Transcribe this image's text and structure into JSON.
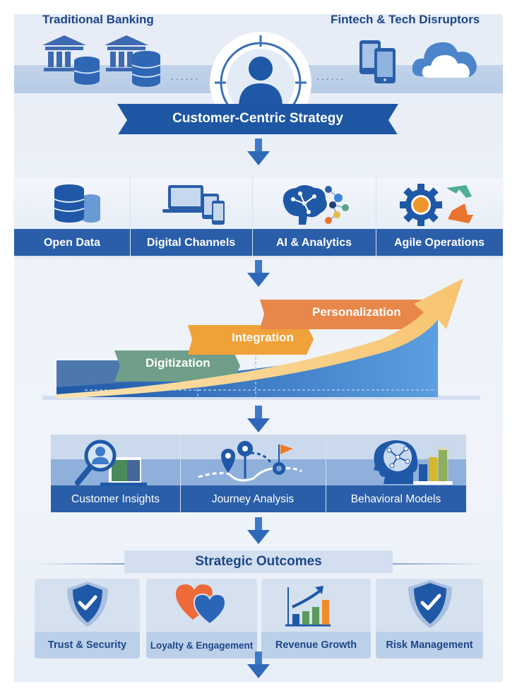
{
  "header": {
    "left_title": "Traditional Banking",
    "right_title": "Fintech & Tech Disruptors",
    "left_icons": [
      "bank-icon",
      "database-icon",
      "bank-icon",
      "database-icon"
    ],
    "right_icons": [
      "mobile-devices-icon",
      "cloud-icon"
    ],
    "center_icon": "customer-target-icon",
    "connector": "......"
  },
  "banner": {
    "title": "Customer-Centric Strategy"
  },
  "enablers": [
    {
      "label": "Open Data",
      "icon": "database-icon"
    },
    {
      "label": "Digital Channels",
      "icon": "devices-icon"
    },
    {
      "label": "AI & Analytics",
      "icon": "brain-network-icon"
    },
    {
      "label": "Agile Operations",
      "icon": "gear-cycle-icon"
    }
  ],
  "maturity": {
    "stages": [
      {
        "label": "Digitization",
        "color": "#6f9e8a"
      },
      {
        "label": "Integration",
        "color": "#f0a23a"
      },
      {
        "label": "Personalization",
        "color": "#e8874a"
      }
    ],
    "growth_arrow": "growth-curve-arrow"
  },
  "capabilities": [
    {
      "label": "Customer Insights",
      "icon": "magnifier-customer-icon"
    },
    {
      "label": "Journey Analysis",
      "icon": "journey-map-icon"
    },
    {
      "label": "Behavioral Models",
      "icon": "head-brain-chart-icon"
    }
  ],
  "outcomes": {
    "title": "Strategic Outcomes",
    "items": [
      {
        "label": "Trust & Security",
        "icon": "shield-check-icon"
      },
      {
        "label": "Loyalty & Engagement",
        "icon": "hearts-icon"
      },
      {
        "label": "Revenue Growth",
        "icon": "bar-growth-icon"
      },
      {
        "label": "Risk Management",
        "icon": "shield-check-icon"
      }
    ]
  },
  "colors": {
    "primary": "#2a5ea8",
    "dark_blue": "#1d4688",
    "light_band": "#c7d6ea",
    "orange": "#e8874a",
    "amber": "#f0a23a",
    "green": "#6f9e8a",
    "teal": "#4fae9a"
  }
}
